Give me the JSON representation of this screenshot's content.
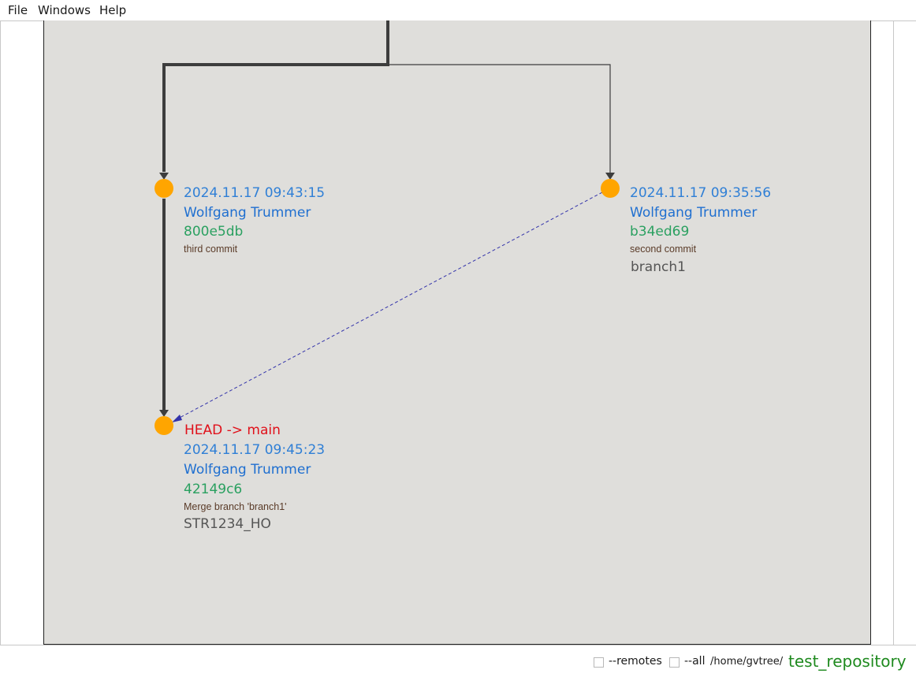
{
  "menu": {
    "file": "File",
    "windows": "Windows",
    "help": "Help"
  },
  "commits": {
    "third": {
      "date": "2024.11.17 09:43:15",
      "author": "Wolfgang Trummer",
      "hash": "800e5db",
      "message": "third commit"
    },
    "second": {
      "date": "2024.11.17 09:35:56",
      "author": "Wolfgang Trummer",
      "hash": "b34ed69",
      "message": "second commit",
      "ref": "branch1"
    },
    "merge": {
      "head": "HEAD -> main",
      "date": "2024.11.17 09:45:23",
      "author": "Wolfgang Trummer",
      "hash": "42149c6",
      "message": "Merge branch 'branch1'",
      "ref": "STR1234_HO"
    }
  },
  "status": {
    "remotes_label": "--remotes",
    "all_label": "--all",
    "path": "/home/gvtree/",
    "repository": "test_repository"
  },
  "colors": {
    "node": "#ffa500",
    "canvas": "#dfdedb",
    "edge": "#3d3d3d",
    "merge_edge": "#3333aa",
    "head": "#e0101a",
    "repository": "#1f8a1f"
  }
}
